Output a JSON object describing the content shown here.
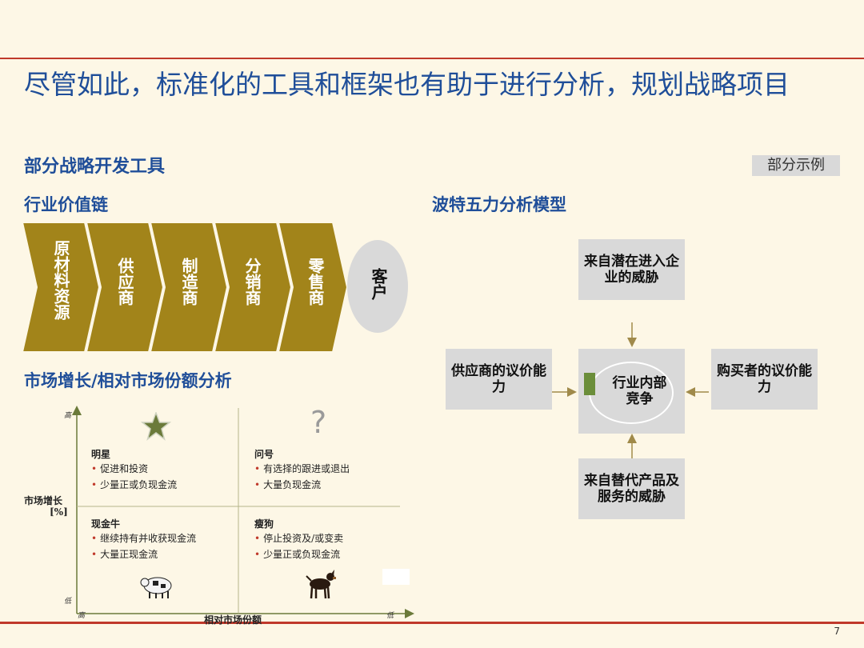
{
  "slide": {
    "title": "尽管如此，标准化的工具和框架也有助于进行分析，规划战略项目",
    "subtitle": "部分战略开发工具",
    "tag": "部分示例",
    "page_number": "7"
  },
  "value_chain": {
    "heading": "行业价值链",
    "stages": [
      "原材料资源",
      "供应商",
      "制造商",
      "分销商",
      "零售商"
    ],
    "customer": "客户",
    "colors": {
      "chevron": "#a2841a",
      "customer": "#d9d9d9"
    }
  },
  "porter": {
    "heading": "波特五力分析模型",
    "top": "来自潜在进入企业的威胁",
    "left": "供应商的议价能力",
    "center": "行业内部竞争",
    "right": "购买者的议价能力",
    "bottom": "来自替代产品及服务的威胁",
    "colors": {
      "box": "#d9d9d9",
      "center_marker": "#6b8e3a",
      "arrow": "#a08a4a"
    }
  },
  "bcg": {
    "heading": "市场增长/相对市场份额分析",
    "y_label_line1": "市场增长",
    "y_label_line2": "[%]",
    "x_label": "相对市场份额",
    "y_high": "高",
    "y_low": "低",
    "x_high": "高",
    "x_low": "低",
    "question_mark": "?",
    "quadrants": {
      "star": {
        "title": "明星",
        "items": [
          "促进和投资",
          "少量正或负现金流"
        ]
      },
      "question": {
        "title": "问号",
        "items": [
          "有选择的跟进或退出",
          "大量负现金流"
        ]
      },
      "cash_cow": {
        "title": "现金牛",
        "items": [
          "继续持有并收获现金流",
          "大量正现金流"
        ]
      },
      "dog": {
        "title": "瘦狗",
        "items": [
          "停止投资及/或变卖",
          "少量正或负现金流"
        ]
      }
    }
  }
}
